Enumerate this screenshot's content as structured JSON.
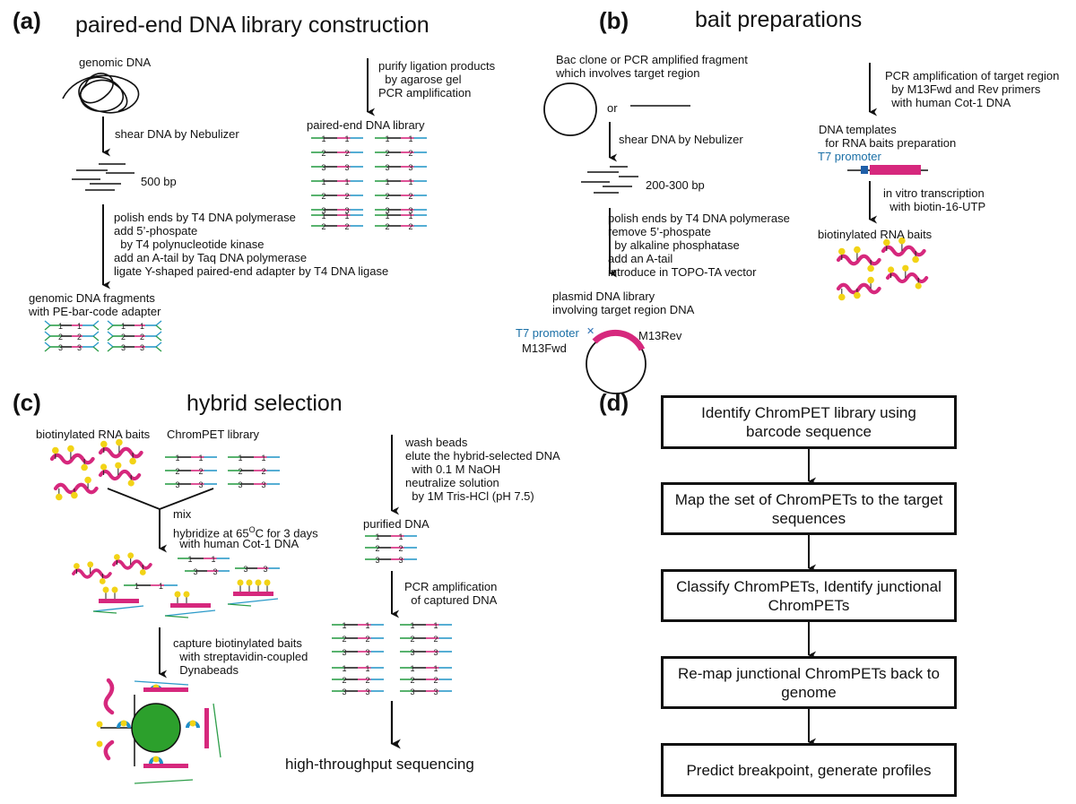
{
  "panels": {
    "a": {
      "label": "(a)",
      "title": "paired-end DNA library construction",
      "genomic": "genomic DNA",
      "shear": "shear DNA by Nebulizer",
      "size": "500 bp",
      "steps": "polish ends by T4 DNA polymerase\nadd 5’-phospate\n  by T4 polynucleotide kinase\nadd an A-tail by Taq DNA polymerase\nligate Y-shaped paired-end adapter by T4 DNA ligase",
      "fragments": "genomic DNA fragments\nwith PE-bar-code adapter",
      "purify": "purify ligation products\n  by agarose gel\nPCR amplification",
      "library": "paired-end DNA library"
    },
    "b": {
      "label": "(b)",
      "title": "bait preparations",
      "source": "Bac clone or PCR amplified fragment\nwhich involves target region",
      "or": "or",
      "shear": "shear DNA by Nebulizer",
      "size": "200-300 bp",
      "steps": "polish ends by T4 DNA polymerase\nremove 5’-phospate\n  by alkaline phosphatase\nadd an A-tail\nintroduce in TOPO-TA vector",
      "plasmid": "plasmid DNA library\ninvolving target region DNA",
      "t7_promoter": "T7 promoter",
      "m13fwd": "M13Fwd",
      "m13rev": "M13Rev",
      "pcr": "PCR amplification of target region\n  by M13Fwd and Rev primers\n  with human Cot-1 DNA",
      "templates": "DNA templates\n  for RNA baits preparation",
      "t7_promoter_2": "T7 promoter",
      "ivt": "in vitro transcription\n  with biotin-16-UTP",
      "baits": "biotinylated RNA baits"
    },
    "c": {
      "label": "(c)",
      "title": "hybrid selection",
      "baits": "biotinylated RNA baits",
      "library": "ChromPET library",
      "mix": "mix",
      "hybridize_pre": "hybridize at 65",
      "hybridize_sup": "O",
      "hybridize_post": "C for 3 days",
      "hybridize_2": "  with human Cot-1 DNA",
      "capture": "capture biotinylated baits\n  with streptavidin-coupled\n  Dynabeads",
      "wash": "wash beads\nelute the hybrid-selected DNA\n  with 0.1 M NaOH\nneutralize solution\n  by 1M Tris-HCl (pH 7.5)",
      "purified": "purified DNA",
      "pcr": "PCR amplification\n  of captured DNA",
      "sequencing": "high-throughput sequencing"
    },
    "d": {
      "label": "(d)",
      "steps": [
        "Identify ChromPET library using barcode sequence",
        "Map the set of ChromPETs to the target sequences",
        "Classify ChromPETs, Identify junctional ChromPETs",
        "Re-map junctional ChromPETs back to genome",
        "Predict breakpoint, generate profiles"
      ]
    }
  },
  "strand_numbers": [
    "1",
    "2",
    "3"
  ],
  "colors": {
    "magenta": "#d6287d",
    "teal": "#2b9ac9",
    "green": "#2e9e4a",
    "yellow": "#f2d316",
    "bead": "#2ca02c",
    "blue_text": "#1a6fa6",
    "adapter_blue": "#2b6fb3"
  }
}
